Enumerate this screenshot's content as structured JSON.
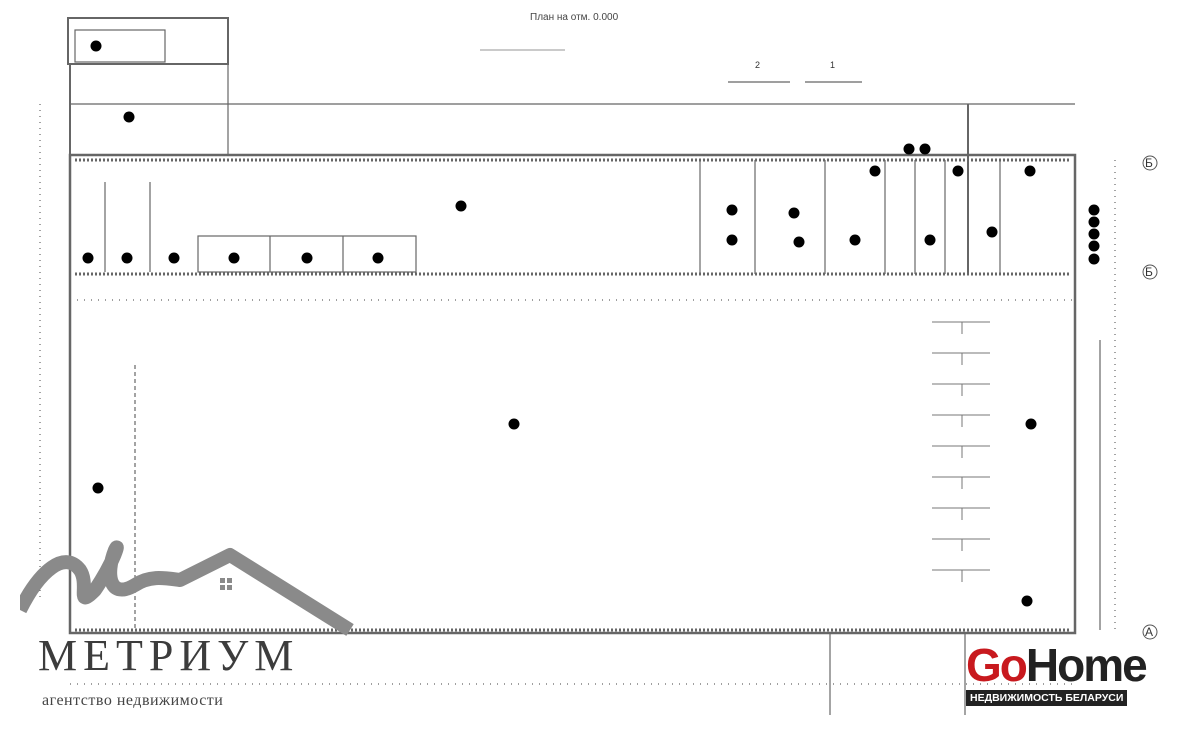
{
  "plan": {
    "title": "План на отм. 0.000",
    "axis_labels": [
      "Б",
      "Б",
      "А"
    ],
    "section_marks": [
      "2",
      "1"
    ]
  },
  "watermarks": {
    "metrium_name": "МЕТРИУМ",
    "metrium_tagline": "агентство недвижимости",
    "gohome_go": "Go",
    "gohome_home": "Home",
    "gohome_tagline": "НЕДВИЖИМОСТЬ БЕЛАРУСИ"
  },
  "colors": {
    "line": "#555555",
    "dot": "#000000",
    "gohome_red": "#c8191e"
  }
}
